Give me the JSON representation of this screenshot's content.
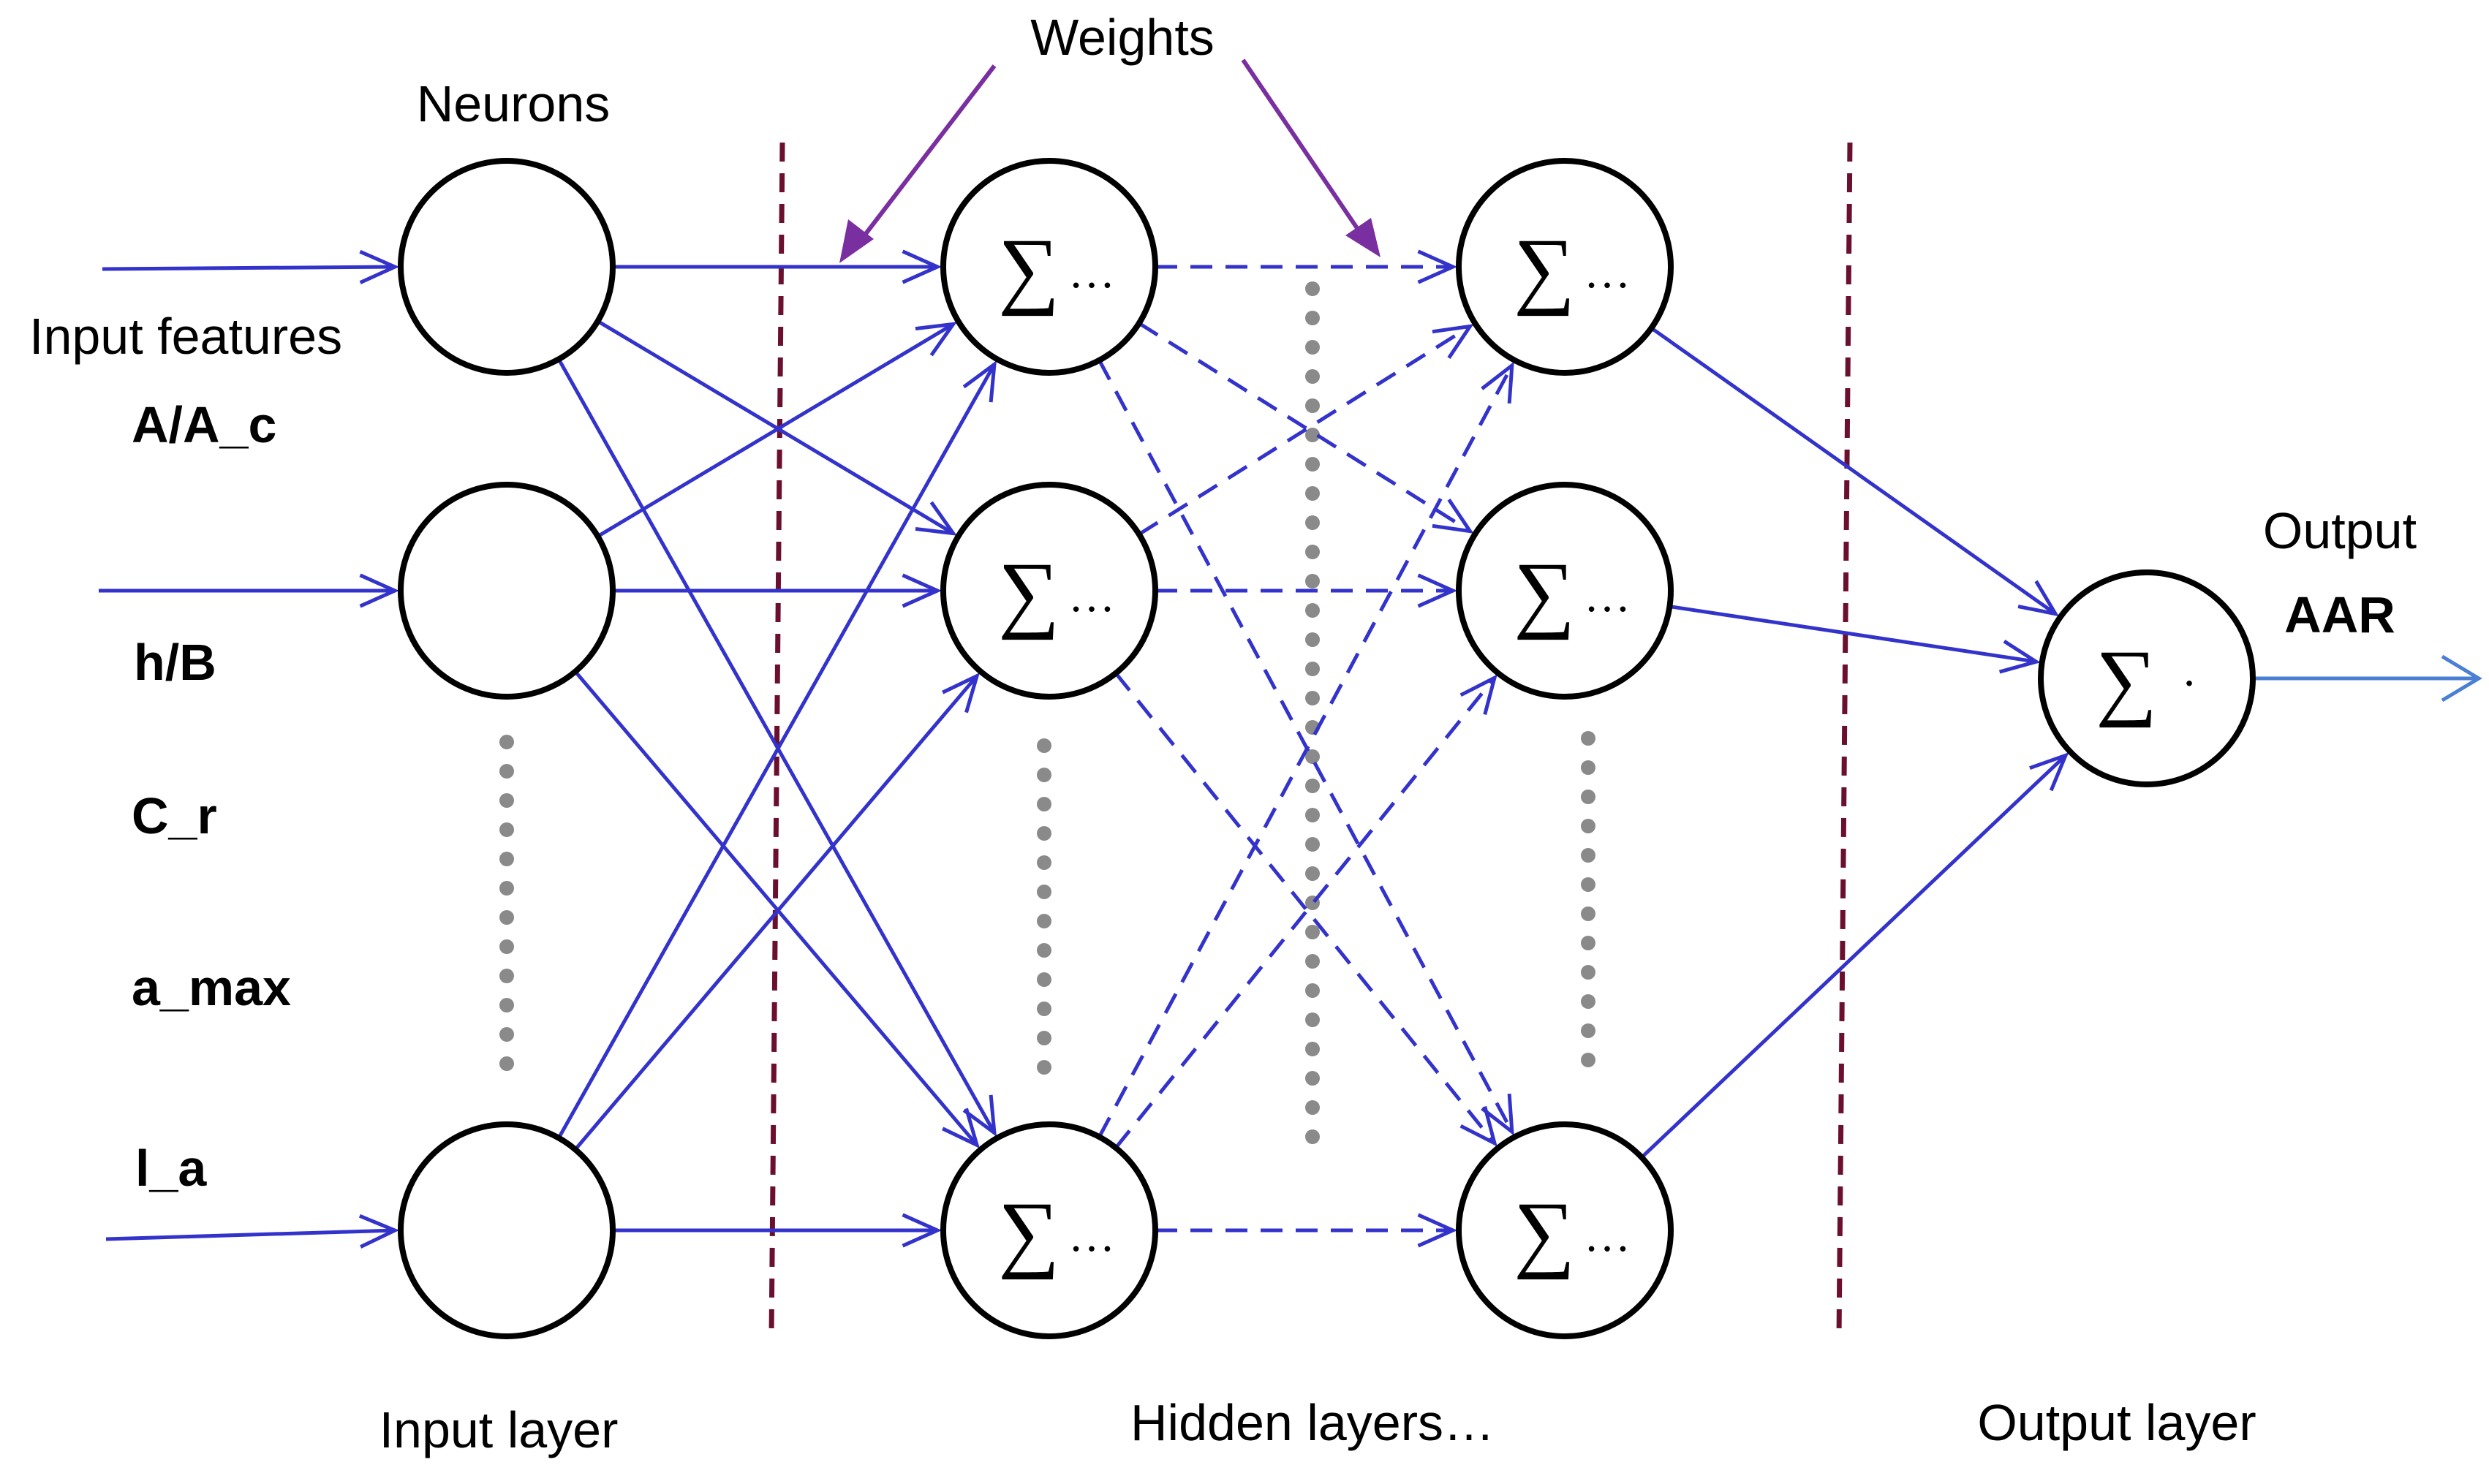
{
  "labels": {
    "neurons": "Neurons",
    "weights": "Weights",
    "input_features": "Input features",
    "input_layer": "Input layer",
    "hidden_layers": "Hidden layers…",
    "output_layer": "Output layer",
    "output": "Output",
    "output_name": "AAR"
  },
  "features": [
    "A/A_c",
    "h/B",
    "C_r",
    "a_max",
    "l_a"
  ],
  "node_symbol": "∑",
  "node_ellipsis": "…",
  "output_symbol_suffix": "·",
  "colors": {
    "connection": "#3333cc",
    "output_arrow": "#4a7fd4",
    "divider": "#6b0f2f",
    "weights_arrow": "#7a2fa0",
    "ellipsis_dots": "#8a8a8a"
  }
}
